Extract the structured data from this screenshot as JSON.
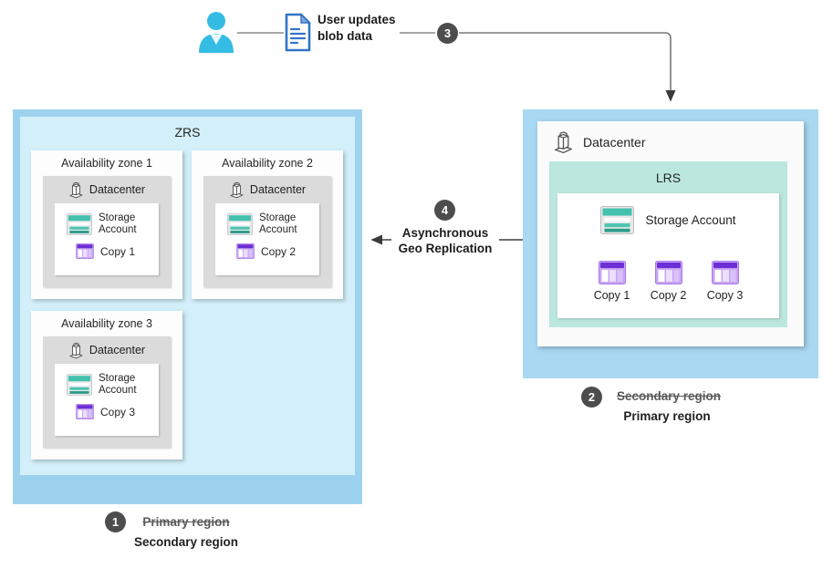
{
  "colors": {
    "region_fill_blue": "#a9d8f2",
    "zrs_frame_blue": "#9dd2ef",
    "zrs_inner_cyan": "#d3f0fa",
    "lrs_mint": "#bce7de",
    "datacenter_gray": "#dbdbdb",
    "badge_gray": "#4d4d4d",
    "storage_teal": "#43c1ae",
    "copy_purple": "#6c2fd6",
    "document_blue": "#3273c6",
    "person_cyan": "#35bce4",
    "arrow_gray": "#7a7a7a"
  },
  "icons": {
    "person": "user-person-icon",
    "document": "blob-document-icon",
    "datacenter": "building-icon",
    "storage": "storage-account-icon",
    "copy": "table-copy-icon"
  },
  "top_flow": {
    "badge": "3",
    "label_line1": "User updates",
    "label_line2": "blob data"
  },
  "replication_arrow": {
    "badge": "4",
    "label_line1": "Asynchronous",
    "label_line2": "Geo Replication"
  },
  "zrs": {
    "title": "ZRS",
    "zones": [
      {
        "title": "Availability zone 1",
        "datacenter": "Datacenter",
        "storage": "Storage Account",
        "copy": "Copy 1"
      },
      {
        "title": "Availability zone 2",
        "datacenter": "Datacenter",
        "storage": "Storage Account",
        "copy": "Copy 2"
      },
      {
        "title": "Availability zone 3",
        "datacenter": "Datacenter",
        "storage": "Storage Account",
        "copy": "Copy 3"
      }
    ],
    "badge": "1",
    "struck_label": "Primary region",
    "label": "Secondary region"
  },
  "lrs": {
    "datacenter": "Datacenter",
    "title": "LRS",
    "storage": "Storage Account",
    "copies": [
      "Copy 1",
      "Copy 2",
      "Copy 3"
    ],
    "badge": "2",
    "struck_label": "Secondary region",
    "label": "Primary region"
  }
}
